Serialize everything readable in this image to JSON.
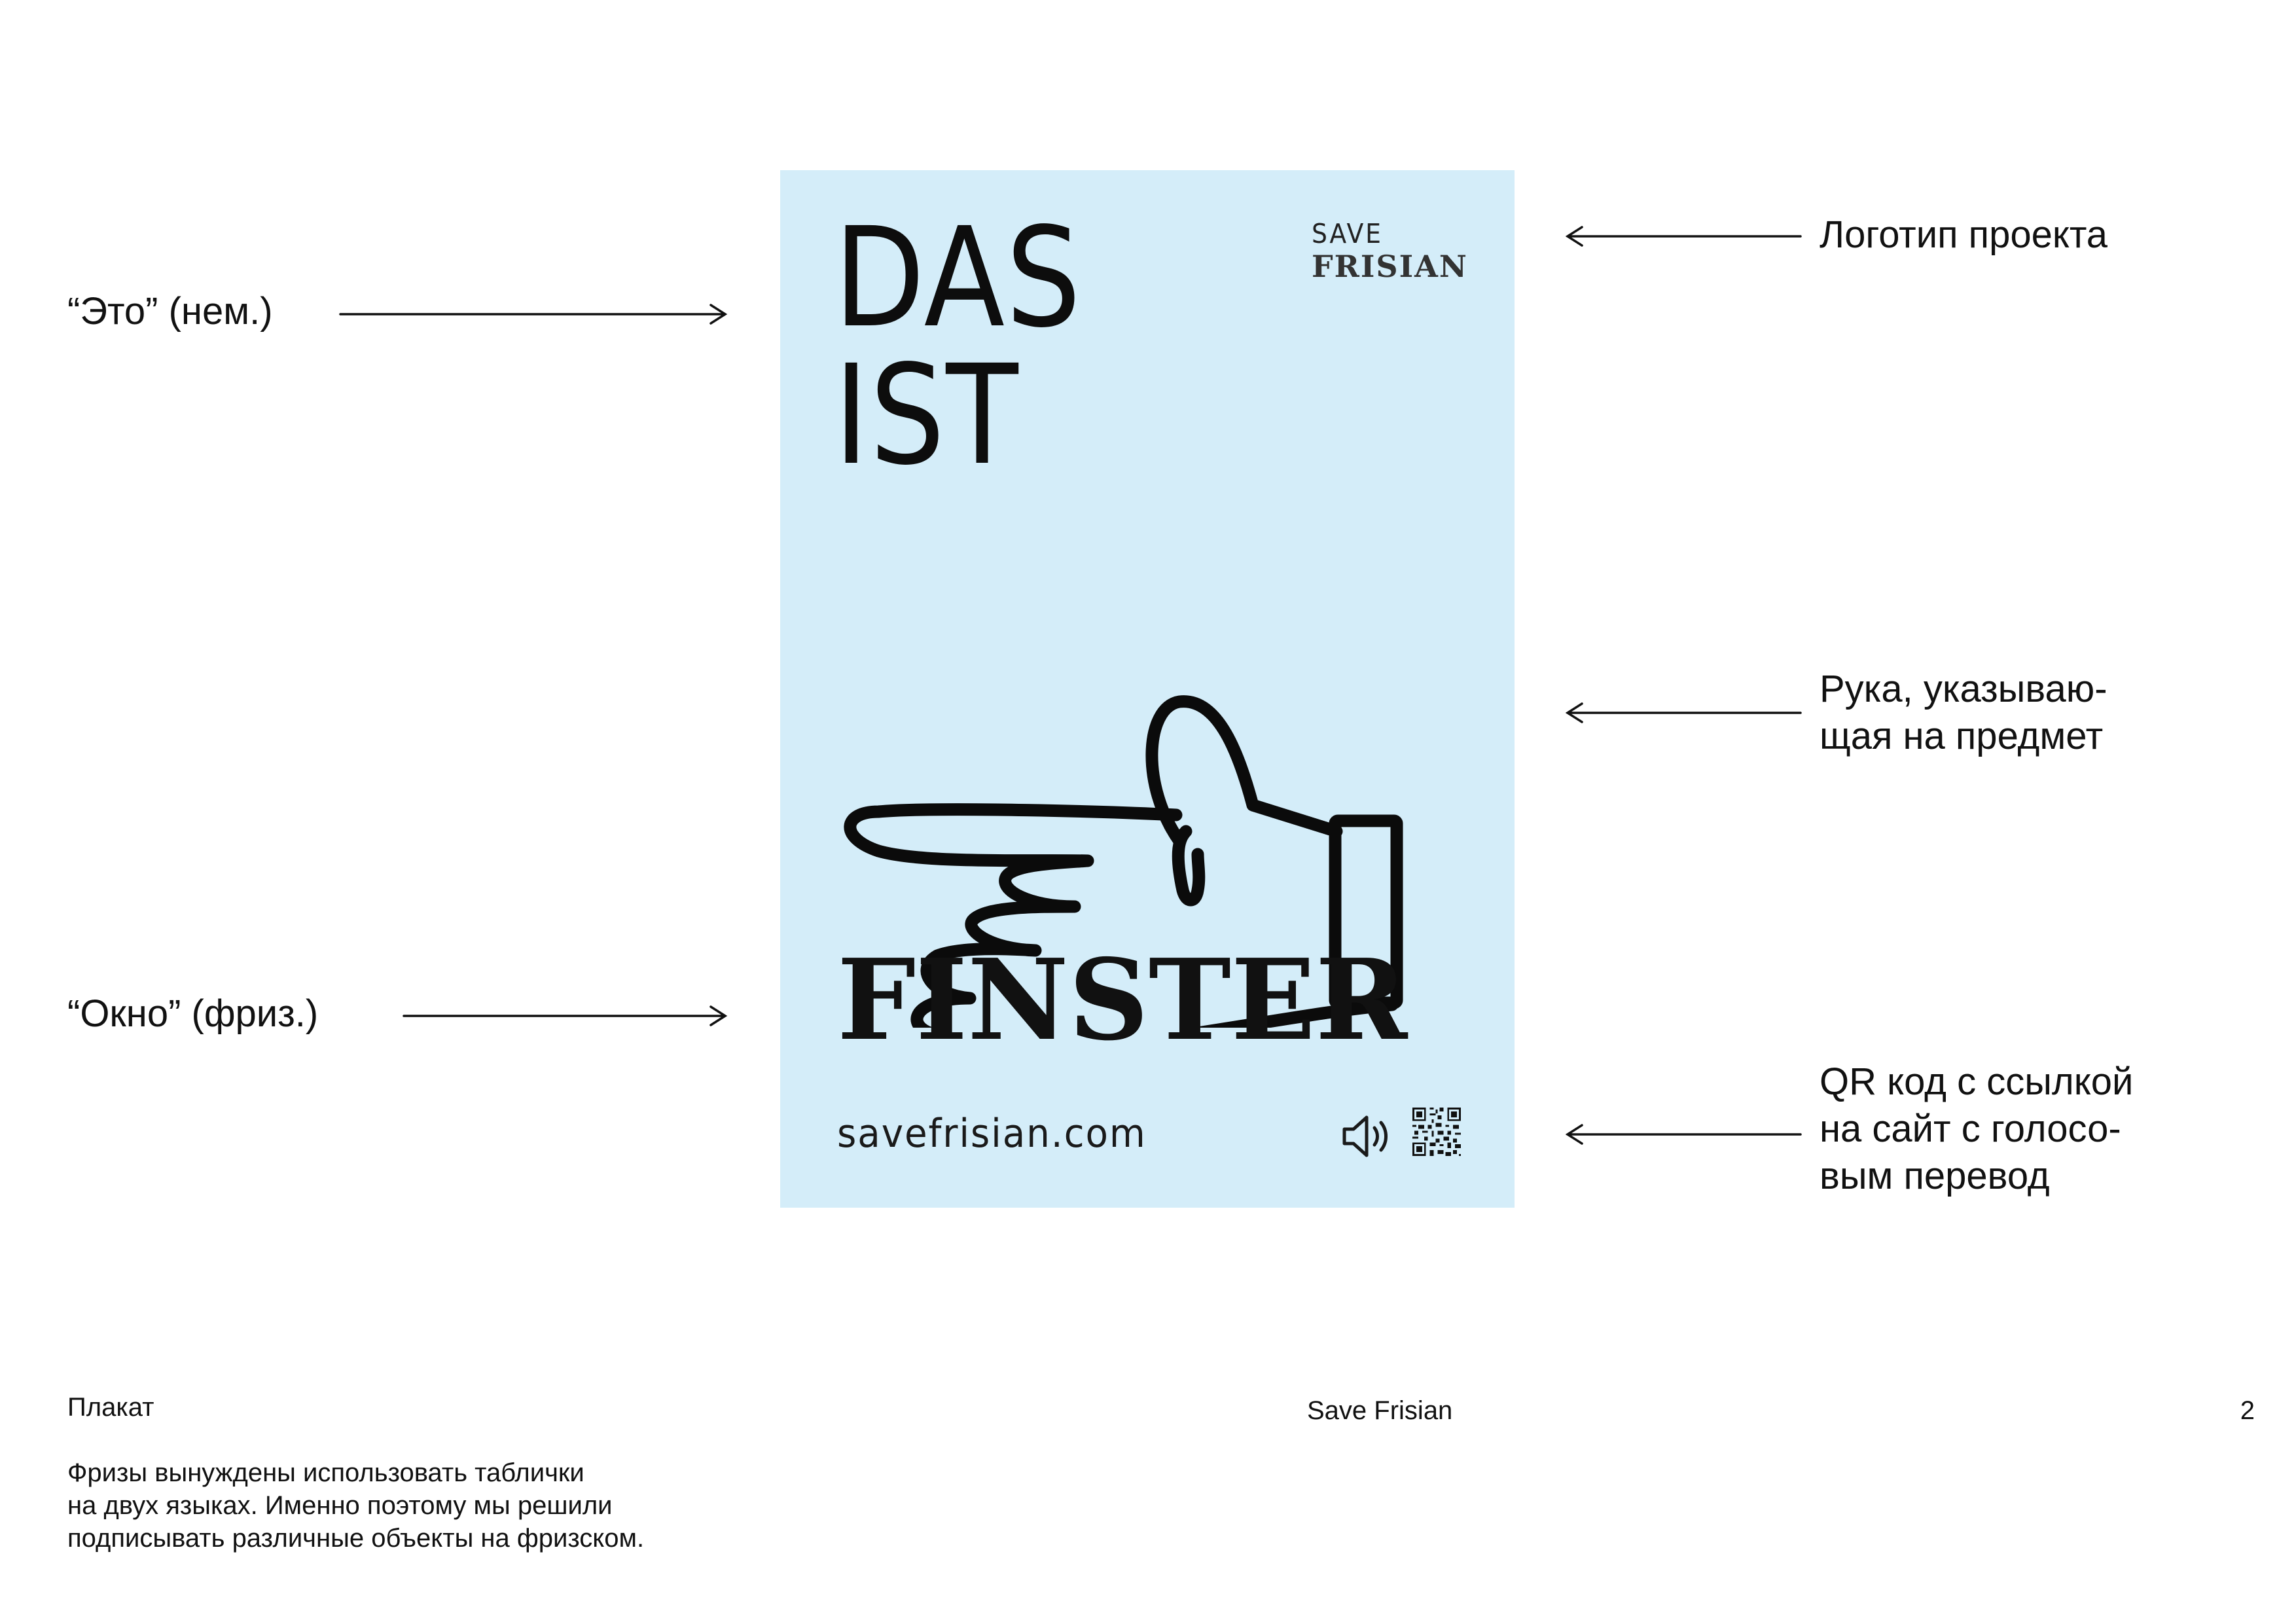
{
  "poster": {
    "headline_line1": "DAS",
    "headline_line2": "IST",
    "logo_line1": "SAVE",
    "logo_line2": "FRISIAN",
    "word": "FINSTER",
    "url": "savefrisian.com",
    "background_color": "#d4edf9",
    "icons": [
      "pointing-hand-icon",
      "speaker-icon",
      "qr-code-icon"
    ]
  },
  "annotations": {
    "das_ist": "“Это” (нем.)",
    "finster": "“Окно” (фриз.)",
    "logo": "Логотип проекта",
    "hand_line1": "Рука, указываю-",
    "hand_line2": "щая на предмет",
    "qr_line1": "QR код с ссылкой",
    "qr_line2": "на сайт с голосо-",
    "qr_line3": "вым перевод"
  },
  "footer": {
    "section": "Плакат",
    "project": "Save Frisian",
    "page_number": "2",
    "description_line1": "Фризы вынуждены использовать таблички",
    "description_line2": "на двух языках. Именно поэтому мы решили",
    "description_line3": "подписывать различные объекты на фризском."
  }
}
